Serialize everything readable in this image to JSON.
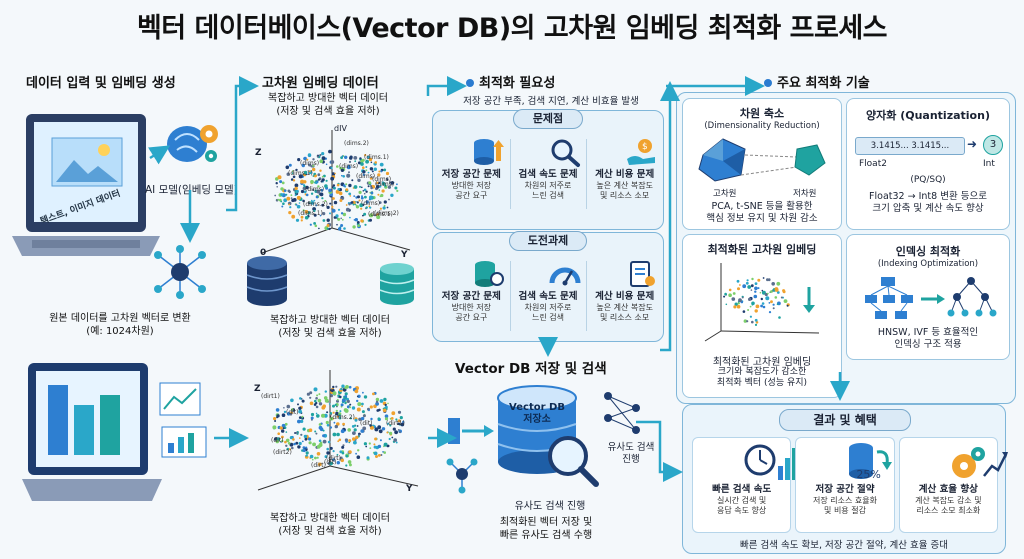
{
  "title": "벡터 데이터베이스(Vector DB)의 고차원 임베딩 최적화 프로세스",
  "sec1": {
    "heading": "데이터 입력 및 임베딩 생성",
    "screen_text": "텍스트, 이미지 데이터",
    "ai_label": "AI 모델(임베딩 모델)",
    "convert_caption": "원본 데이터를 고차원 벡터로 변환",
    "convert_example": "(예: 1024차원)"
  },
  "sec2": {
    "heading": "고차원 임베딩 데이터",
    "top_caption_1": "복잡하고 방대한 벡터 데이터",
    "top_caption_2": "(저장 및 검색 효율 저하)",
    "mid_caption_1": "복잡하고 방대한 벡터 데이터",
    "mid_caption_2": "(저장 및 검색 효율 저하)",
    "bottom_caption_1": "복잡하고 방대한 벡터 데이터",
    "bottom_caption_2": "(저장 및 검색 효율 저하)",
    "axis_z": "Z",
    "axis_y": "Y",
    "axis_zero": "0",
    "axis_dim": "dIV",
    "dims_top": [
      "(dims)",
      "(dims)",
      "(dims)",
      "(dims)",
      "(dims)",
      "(dims.2)",
      "(dims.2)",
      "(dims.2)",
      "(dims.1)",
      "(dims.1)",
      "(dims.1)",
      "(dims)",
      "(dims)",
      "(dims.1)"
    ],
    "dims_bottom": [
      "(dirt)",
      "(dirt)",
      "(dims.2)",
      "(dirt1)",
      "(dirt1)",
      "(dirt2)",
      "(dit)",
      "(dit)",
      "(dit)",
      "(dit)"
    ]
  },
  "sec3": {
    "heading": "최적화 필요성",
    "subtitle": "저장 공간 부족, 검색 지연, 계산 비효율 발생",
    "problems_pill": "문제점",
    "problems": [
      {
        "t": "저장 공간 문제",
        "d1": "방대한 저장",
        "d2": "공간 요구"
      },
      {
        "t": "검색 속도 문제",
        "d1": "차원의 저주로",
        "d2": "느린 검색"
      },
      {
        "t": "계산 비용 문제",
        "d1": "높은 계산 복잡도",
        "d2": "및 리소스 소모"
      }
    ],
    "challenges_pill": "도전과제",
    "challenges": [
      {
        "t": "저장 공간 문제",
        "d1": "방대한 저장",
        "d2": "공간 요구"
      },
      {
        "t": "검색 속도 문제",
        "d1": "차원의 저주로",
        "d2": "느린 검색"
      },
      {
        "t": "계산 비용 문제",
        "d1": "높은 계산 복잡도",
        "d2": "및 리소스 소모"
      }
    ]
  },
  "sec4": {
    "heading": "Vector DB 저장 및 검색",
    "db_label_1": "Vector DB",
    "db_label_2": "저장소",
    "sim_label_1": "유사도 검색",
    "sim_label_2": "진행",
    "sim_bottom": "유사도 검색 진행",
    "caption_1": "최적화된 벡터 저장 및",
    "caption_2": "빠른 유사도 검색 수행"
  },
  "sec5": {
    "heading": "주요 최적화 기술",
    "dimred_title": "차원 축소",
    "dimred_sub": "(Dimensionality Reduction)",
    "dimred_high": "고차원",
    "dimred_low": "저차원",
    "dimred_desc_1": "PCA, t-SNE 등을 활용한",
    "dimred_desc_2": "핵심 정보 유지 및 차원 감소",
    "quant_title": "양자화 (Quantization)",
    "quant_input": "3.1415... 3.1415...",
    "quant_output": "3",
    "quant_from": "Float2",
    "quant_to": "Int",
    "quant_method": "(PQ/SQ)",
    "quant_desc_1": "Float32 → Int8 변환 등으로",
    "quant_desc_2": "크기 압축 및 계산 속도 향상",
    "opt_title": "최적화된 고차원 임베딩",
    "opt_caption": "최적화된 고차원 임베딩",
    "opt_desc_1": "크기와 복잡도가 감소한",
    "opt_desc_2": "최적화 벡터 (성능 유지)",
    "index_title": "인덱싱 최적화",
    "index_sub": "(Indexing Optimization)",
    "index_desc_1": "HNSW, IVF 등 효율적인",
    "index_desc_2": "인덱싱 구조 적용"
  },
  "sec6": {
    "heading": "결과 및 혜택",
    "items": [
      {
        "t": "빠른 검색 속도",
        "d1": "실시간 검색 및",
        "d2": "응답 속도 향상"
      },
      {
        "t": "저장 공간 절약",
        "d1": "저장 리소스 효율화",
        "d2": "및 비용 절감"
      },
      {
        "t": "계산 효율 향상",
        "d1": "계산 복잡도 감소 및",
        "d2": "리소스 소모 최소화"
      }
    ],
    "percent": "25%",
    "footer": "빠른 검색 속도 확보, 저장 공간 절약, 계산 효율 증대"
  },
  "colors": {
    "accent": "#2e7fd1",
    "teal": "#1fa3a0",
    "arrow": "#2aa7c9",
    "panel_border": "#7fb6d9",
    "navy": "#1e3c6e"
  }
}
